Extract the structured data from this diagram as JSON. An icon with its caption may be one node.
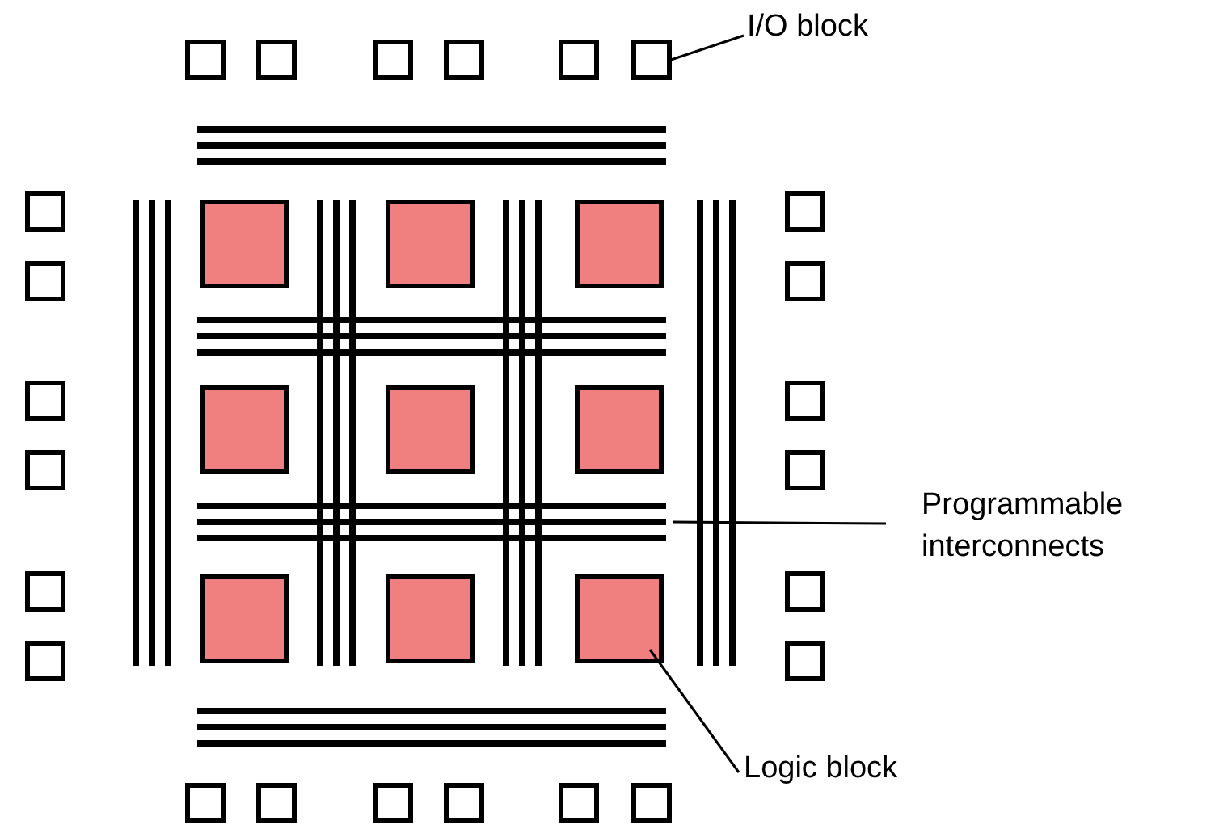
{
  "diagram": {
    "nodes": [
      {
        "text": [
          "I/O block"
        ]
      },
      {
        "text": [],
        "shape": "box"
      },
      {
        "text": [
          "Programmable interconnects"
        ]
      },
      {
        "text": [],
        "shape": "bar"
      },
      {
        "text": [],
        "shape": "box"
      },
      {
        "text": [
          "Logic block"
        ]
      }
    ],
    "edges": [
      {
        "from": 0,
        "to": 1,
        "arrow": "none"
      },
      {
        "from": 2,
        "to": 3,
        "arrow": "none"
      },
      {
        "from": 5,
        "to": 4,
        "arrow": "none"
      }
    ]
  }
}
